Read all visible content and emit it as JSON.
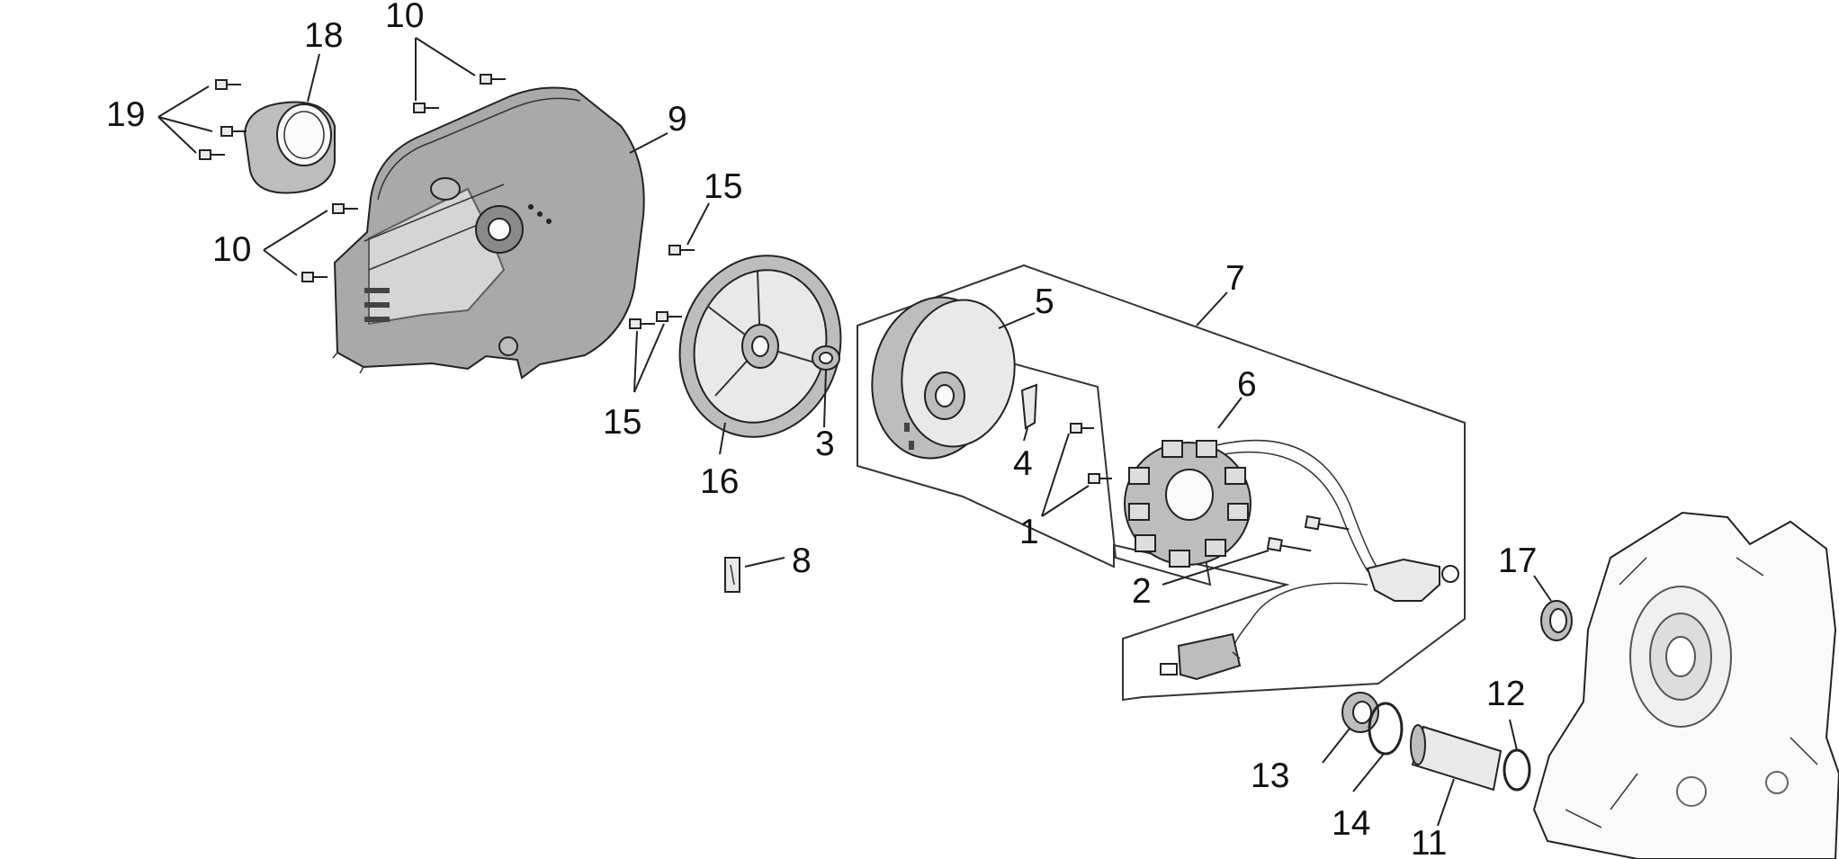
{
  "callouts": {
    "c1": "1",
    "c2": "2",
    "c3": "3",
    "c4": "4",
    "c5": "5",
    "c6": "6",
    "c7": "7",
    "c8": "8",
    "c9": "9",
    "c10_top": "10",
    "c10_left": "10",
    "c11": "11",
    "c12": "12",
    "c13": "13",
    "c14": "14",
    "c15_top": "15",
    "c15_bottom": "15",
    "c16": "16",
    "c17": "17",
    "c18": "18",
    "c19": "19"
  }
}
